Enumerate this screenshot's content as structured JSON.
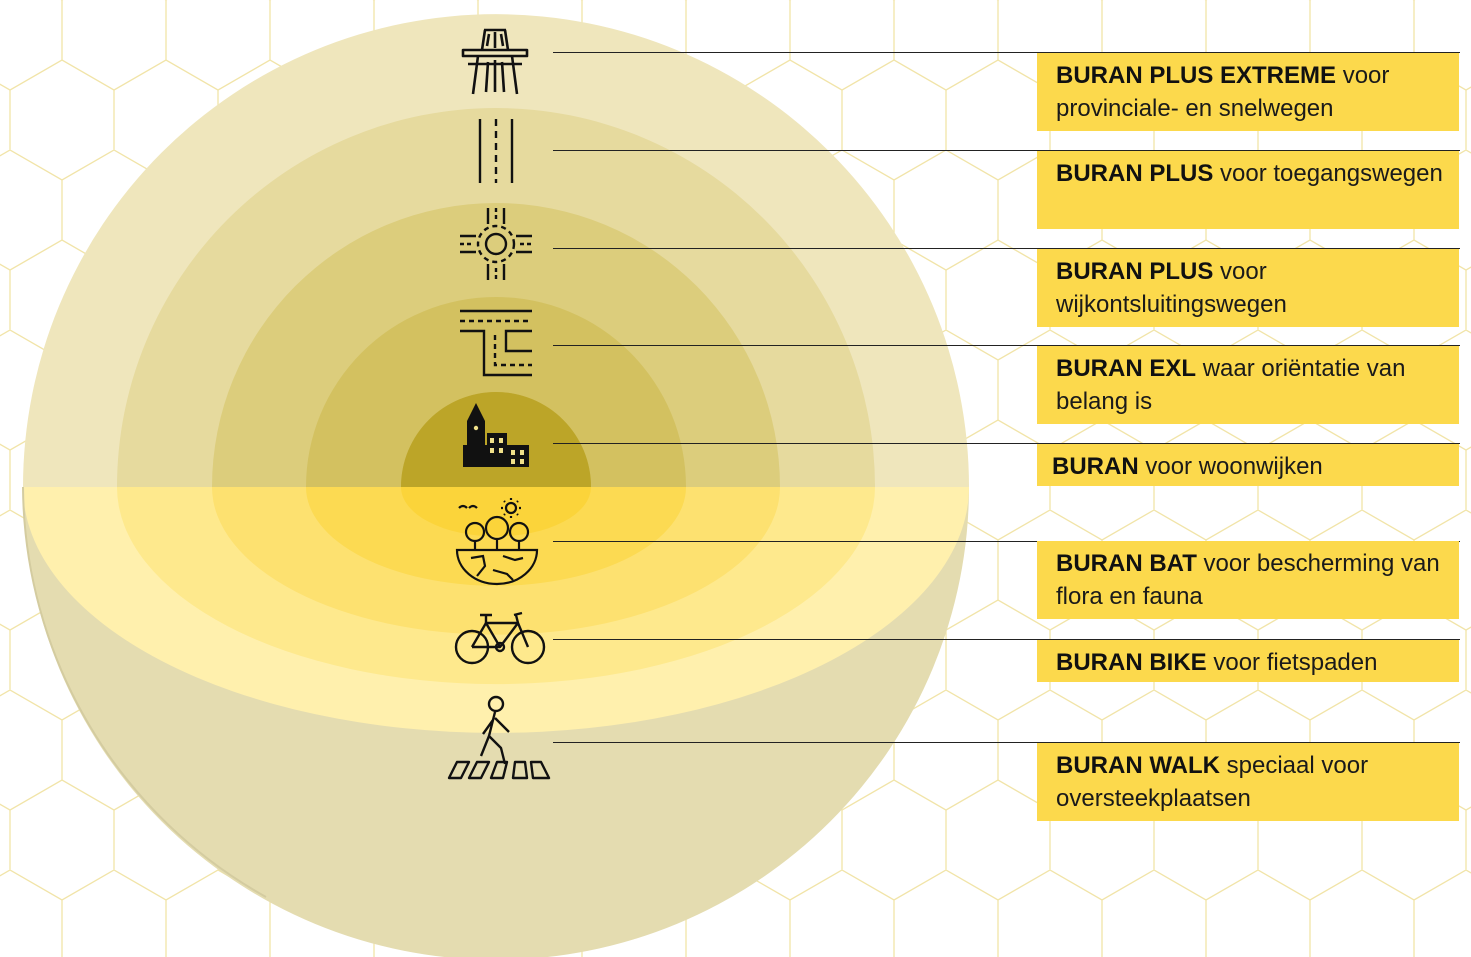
{
  "diagram": {
    "colors": {
      "background": "#ffffff",
      "hex_pattern": "#f1e4a8",
      "label_fill": "#fcd94c",
      "upper_shells": [
        "#efe6bc",
        "#e6da9e",
        "#dccd7c",
        "#d3c160",
        "#c6b248",
        "#bca528"
      ],
      "lower_shells": [
        "#fff0ad",
        "#fee98d",
        "#fde170",
        "#fcda52",
        "#fbd43a",
        "#fad000"
      ],
      "bowl": "#e4dcb0"
    },
    "layers": [
      {
        "icon": "motorway-icon",
        "product": "BURAN PLUS EXTREME",
        "description": "voor provinciale- en snelwegen"
      },
      {
        "icon": "access-road-icon",
        "product": "BURAN PLUS",
        "description": "voor toegangswegen"
      },
      {
        "icon": "roundabout-icon",
        "product": "BURAN PLUS",
        "description": "voor wijkontsluitingswegen"
      },
      {
        "icon": "junction-icon",
        "product": "BURAN EXL",
        "description": "waar oriëntatie van belang is"
      },
      {
        "icon": "village-icon",
        "product": "BURAN",
        "description": "voor woonwijken"
      },
      {
        "icon": "nature-icon",
        "product": "BURAN BAT",
        "description": "voor bescherming van flora en fauna"
      },
      {
        "icon": "bicycle-icon",
        "product": "BURAN BIKE",
        "description": "voor fietspaden"
      },
      {
        "icon": "pedestrian-crossing-icon",
        "product": "BURAN WALK",
        "description": "speciaal voor oversteekplaatsen"
      }
    ]
  }
}
